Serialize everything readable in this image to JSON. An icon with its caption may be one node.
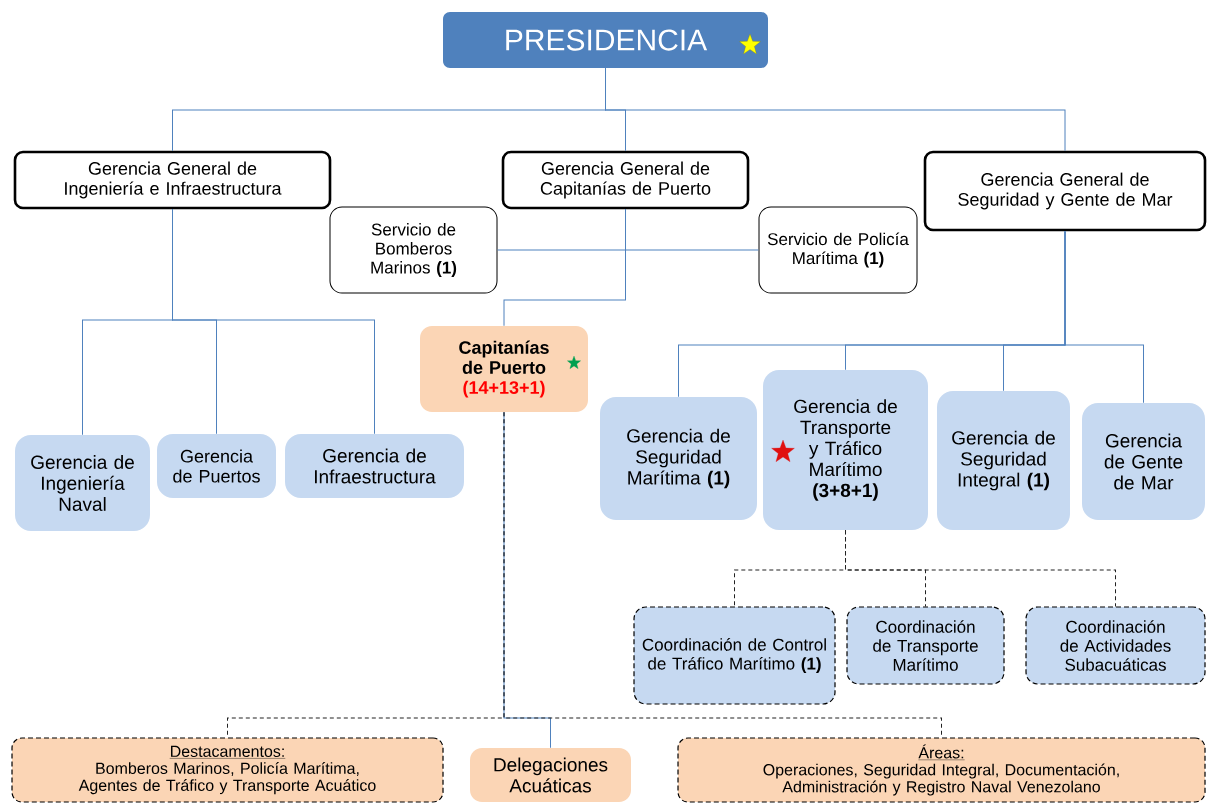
{
  "diagram": {
    "nodes": [
      {
        "text": [
          "PRESIDENCIA"
        ]
      },
      {
        "text": [
          "Gerencia General de Ingeniería e Infraestructura"
        ]
      },
      {
        "text": [
          "Gerencia General de Capitanías de Puerto"
        ]
      },
      {
        "text": [
          "Gerencia General de Seguridad y Gente de Mar"
        ]
      },
      {
        "text": [
          "Servicio de Bomberos Marinos **(1)**"
        ]
      },
      {
        "text": [
          "Servicio de Policía Marítima **(1)**"
        ]
      },
      {
        "text": [
          "Capitanías de Puerto",
          "(14+13+1)"
        ]
      },
      {
        "text": [
          "Gerencia de Ingeniería Naval"
        ]
      },
      {
        "text": [
          "Gerencia de Puertos"
        ]
      },
      {
        "text": [
          "Gerencia de Infraestructura"
        ]
      },
      {
        "text": [
          "Gerencia de Seguridad Marítima **(1)**"
        ]
      },
      {
        "text": [
          "Gerencia de Transporte y Tráfico Marítimo **(3+8+1)**"
        ]
      },
      {
        "text": [
          "Gerencia de Seguridad Integral **(1)**"
        ]
      },
      {
        "text": [
          "Gerencia de Gente de Mar"
        ]
      },
      {
        "text": [
          "Coordinación de Control de Tráfico Marítimo **(1)**"
        ]
      },
      {
        "text": [
          "Coordinación de Transporte Marítimo"
        ]
      },
      {
        "text": [
          "Coordinación de Actividades Subacuáticas"
        ]
      },
      {
        "text": [
          "Destacamentos:",
          "Bomberos Marinos, Policía Marítima, Agentes de Tráfico y Transporte Acuático"
        ]
      },
      {
        "text": [
          "Delegaciones Acuáticas"
        ]
      },
      {
        "text": [
          "Áreas:",
          "Operaciones, Seguridad Integral, Documentación, Administración y Registro Naval Venezolano"
        ]
      }
    ],
    "edges": [
      {
        "from": 0,
        "to": 1,
        "arrow": "none"
      },
      {
        "from": 0,
        "to": 2,
        "arrow": "none"
      },
      {
        "from": 0,
        "to": 3,
        "arrow": "none"
      },
      {
        "from": 2,
        "to": 4,
        "arrow": "none"
      },
      {
        "from": 2,
        "to": 5,
        "arrow": "none"
      },
      {
        "from": 2,
        "to": 6,
        "arrow": "none"
      },
      {
        "from": 1,
        "to": 7,
        "arrow": "none"
      },
      {
        "from": 1,
        "to": 8,
        "arrow": "none"
      },
      {
        "from": 1,
        "to": 9,
        "arrow": "none"
      },
      {
        "from": 3,
        "to": 10,
        "arrow": "none"
      },
      {
        "from": 3,
        "to": 11,
        "arrow": "none"
      },
      {
        "from": 3,
        "to": 12,
        "arrow": "none"
      },
      {
        "from": 3,
        "to": 13,
        "arrow": "none"
      },
      {
        "from": 11,
        "to": 14,
        "arrow": "none",
        "style": "dashed",
        "color": "#222222"
      },
      {
        "from": 11,
        "to": 15,
        "arrow": "none",
        "style": "dashed",
        "color": "#222222"
      },
      {
        "from": 11,
        "to": 16,
        "arrow": "none",
        "style": "dashed",
        "color": "#222222"
      },
      {
        "from": 6,
        "to": 17,
        "arrow": "none",
        "style": "dashed",
        "color": "#222222"
      },
      {
        "from": 6,
        "to": 18,
        "arrow": "none"
      },
      {
        "from": 6,
        "to": 19,
        "arrow": "none",
        "style": "dashed",
        "color": "#222222"
      }
    ]
  }
}
